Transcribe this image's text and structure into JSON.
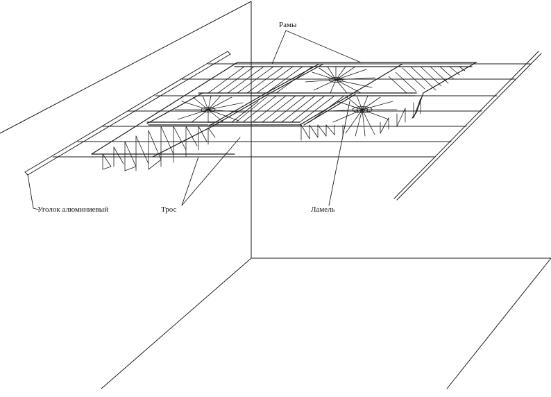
{
  "labels": {
    "frames": "Рамы",
    "angle": "Уголок алюминиевый",
    "cable": "Трос",
    "lamella": "Ламель"
  },
  "colors": {
    "line": "#1a1a1a",
    "background": "#ffffff"
  }
}
